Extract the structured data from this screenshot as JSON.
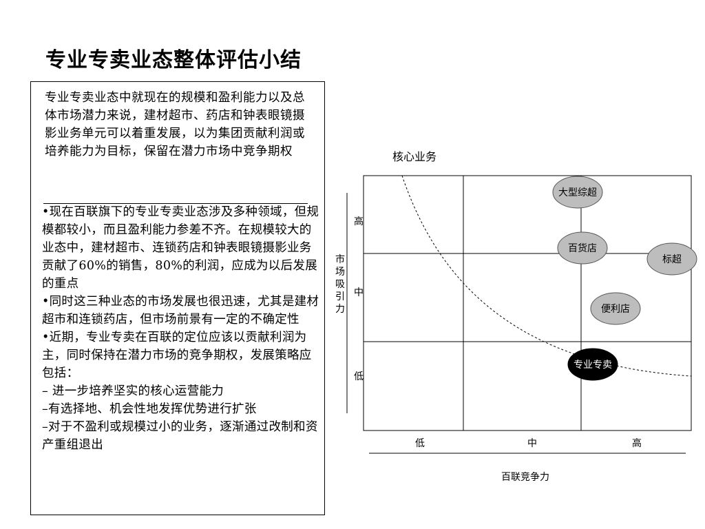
{
  "title": "专业专卖业态整体评估小结",
  "summary_text": "专业专卖业态中就现在的规模和盈利能力以及总体市场潜力来说，建材超市、药店和钟表眼镜摄影业务单元可以着重发展，以为集团贡献利润或培养能力为目标，保留在潜力市场中竞争期权",
  "points": [
    "•现在百联旗下的专业专卖业态涉及多种领域，但规模都较小，而且盈利能力参差不齐。在规模较大的业态中，建材超市、连锁药店和钟表眼镜摄影业务贡献了60%的销售，80%的利润，应成为以后发展的重点",
    "•同时这三种业态的市场发展也很迅速，尤其是建材超市和连锁药店，但市场前景有一定的不确定性",
    "•近期，专业专卖在百联的定位应该以贡献利润为主，同时保持在潜力市场的竞争期权，发展策略应包括：",
    "– 进一步培养坚实的核心运营能力",
    "–有选择地、机会性地发挥优势进行扩张",
    "–对于不盈利或规模过小的业务，逐渐通过改制和资产重组退出"
  ],
  "matrix": {
    "core_label": "核心业务",
    "y_axis_label": "市场吸引力",
    "y_levels": [
      "高",
      "中",
      "低"
    ],
    "x_axis_label": "百联竞争力",
    "x_levels": [
      "低",
      "中",
      "高"
    ],
    "bubbles": [
      {
        "label": "大型综超",
        "style": "gray"
      },
      {
        "label": "百货店",
        "style": "gray"
      },
      {
        "label": "标超",
        "style": "gray"
      },
      {
        "label": "便利店",
        "style": "gray"
      },
      {
        "label": "专业专卖",
        "style": "black"
      }
    ]
  },
  "colors": {
    "bubble_gray": "#bdbdbd",
    "bubble_black": "#000000",
    "grid": "#000000"
  }
}
